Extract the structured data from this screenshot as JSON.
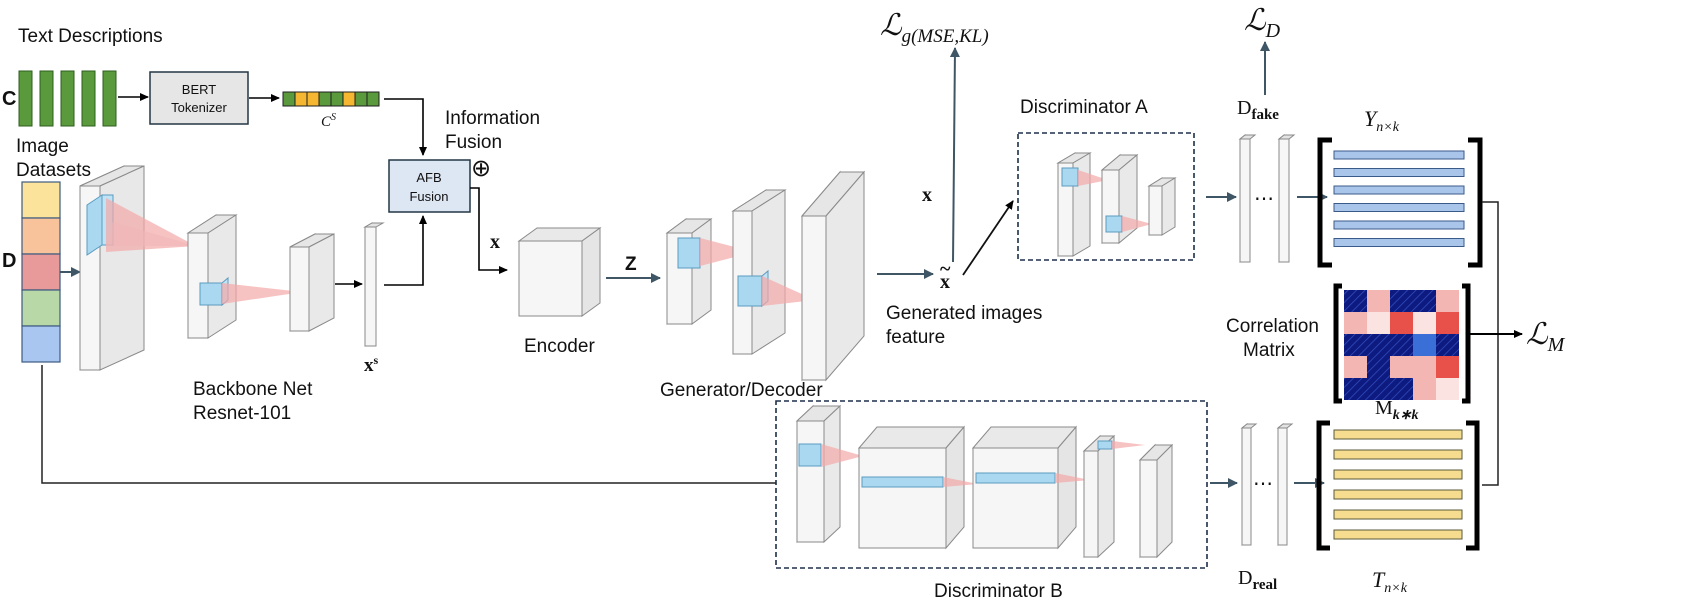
{
  "labels": {
    "text_descriptions": "Text Descriptions",
    "c_var": "C",
    "bert_line1": "BERT",
    "bert_line2": "Tokenizer",
    "cs_var": "C",
    "cs_sup": "S",
    "information": "Information",
    "fusion": "Fusion",
    "afb_line1": "AFB",
    "afb_line2": "Fusion",
    "oplus": "⊕",
    "image": "Image",
    "datasets": "Datasets",
    "d_var": "D",
    "x_after_fusion": "x",
    "xs": "x",
    "xs_sup": "s",
    "backbone_line1": "Backbone Net",
    "backbone_line2": "Resnet-101",
    "encoder": "Encoder",
    "z": "Z",
    "generator": "Generator/Decoder",
    "x_top": "x",
    "x_tilde": "x",
    "tilde": "~",
    "generated_line1": "Generated images",
    "generated_line2": "feature",
    "lg_main": "ℒ",
    "lg_sub": "g(MSE,KL)",
    "disc_a": "Discriminator A",
    "disc_b": "Discriminator B",
    "ld_main": "ℒ",
    "ld_sub": "D",
    "d_fake_main": "D",
    "d_fake_sub": "fake",
    "d_real_main": "D",
    "d_real_sub": "real",
    "dots": "⋯",
    "y_main": "Y",
    "y_sub": "n×k",
    "t_main": "T",
    "t_sub": "n×k",
    "corr_line1": "Correlation",
    "corr_line2": "Matrix",
    "m_main": "M",
    "m_sub": "k∗k",
    "lm_main": "ℒ",
    "lm_sub": "M"
  },
  "colors": {
    "text_block": "#5a9a3c",
    "token_yellow": "#f5b731",
    "token_green": "#5a9a3c",
    "y_bar": "#a9c6ea",
    "t_bar": "#f6dc8e",
    "matrix_navy": "#0d1a80",
    "matrix_pink": "#f4b6b2",
    "matrix_red": "#e8504a",
    "matrix_blue": "#3a6fd8",
    "matrix_pale": "#fbe3e1",
    "arrow": "#3f5666",
    "cone": "#f3a8a8",
    "cube_blue": "#a9d8f0"
  },
  "dataset_colors": [
    "#fbe39b",
    "#f8c39a",
    "#e8999a",
    "#b9d8a8",
    "#a9c6f0"
  ],
  "token_pattern": [
    "green",
    "yellow",
    "yellow",
    "green",
    "green",
    "yellow",
    "green",
    "green"
  ],
  "correlation_matrix": [
    [
      "navy",
      "pink",
      "navy",
      "navy",
      "pink"
    ],
    [
      "pink",
      "pale",
      "red",
      "pale",
      "red"
    ],
    [
      "navy",
      "navy",
      "navy",
      "blue",
      "navy"
    ],
    [
      "pink",
      "navy",
      "pink",
      "pink",
      "red"
    ],
    [
      "navy",
      "navy",
      "navy",
      "pink",
      "pale"
    ]
  ]
}
